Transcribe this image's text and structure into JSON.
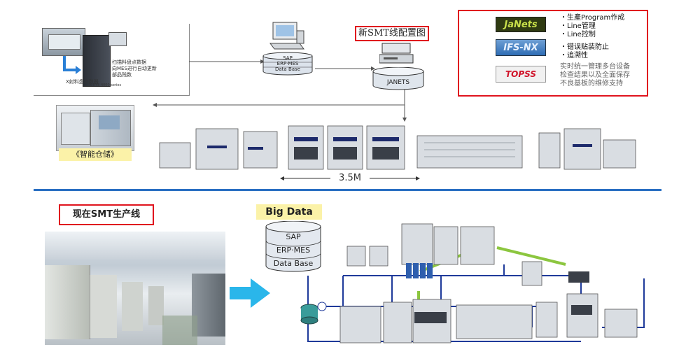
{
  "colors": {
    "divider": "#2a6fc2",
    "red_border": "#e0141e",
    "bigdata_bg": "#fbf2a8",
    "machine_body": "#d9dde2",
    "floor_line": "#1f3a9a",
    "arrow_cyan": "#2ab6ea",
    "green_link": "#8cc63f"
  },
  "top": {
    "xray_caption": "X射料盘点数器",
    "xray_model": "X-EYE 4000 series",
    "xray_note_lines": [
      "扫描料盘点数据",
      "向MES进行自动更新",
      "部品残数"
    ],
    "db_stack": [
      "SAP",
      "ERP·MES",
      "Data Base"
    ],
    "title_new_line": "新SMT线配置图",
    "janets_disk_label": "JANETS",
    "smart_storage_label": "《智能仓储》",
    "length_label": "3.5M"
  },
  "legend": {
    "logos": [
      {
        "text": "JaNets",
        "icon": "janets-logo"
      },
      {
        "text": "IFS-NX",
        "icon": "ifs-nx-logo"
      },
      {
        "text": "TOPSS",
        "icon": "topss-logo"
      }
    ],
    "bullets_janets": [
      "・生產Program作成",
      "・Line管理",
      "・Line控制"
    ],
    "bullets_ifs": [
      "・错误贴装防止",
      "・追溯性"
    ],
    "topss_lines": [
      "实时统一管理多台设备",
      "检查结果以及全面保存",
      "不良基板的维修支持"
    ]
  },
  "bottom": {
    "current_line_label": "现在SMT生产线",
    "big_data_label": "Big Data",
    "db_stack": [
      "SAP",
      "ERP·MES",
      "Data Base"
    ]
  }
}
